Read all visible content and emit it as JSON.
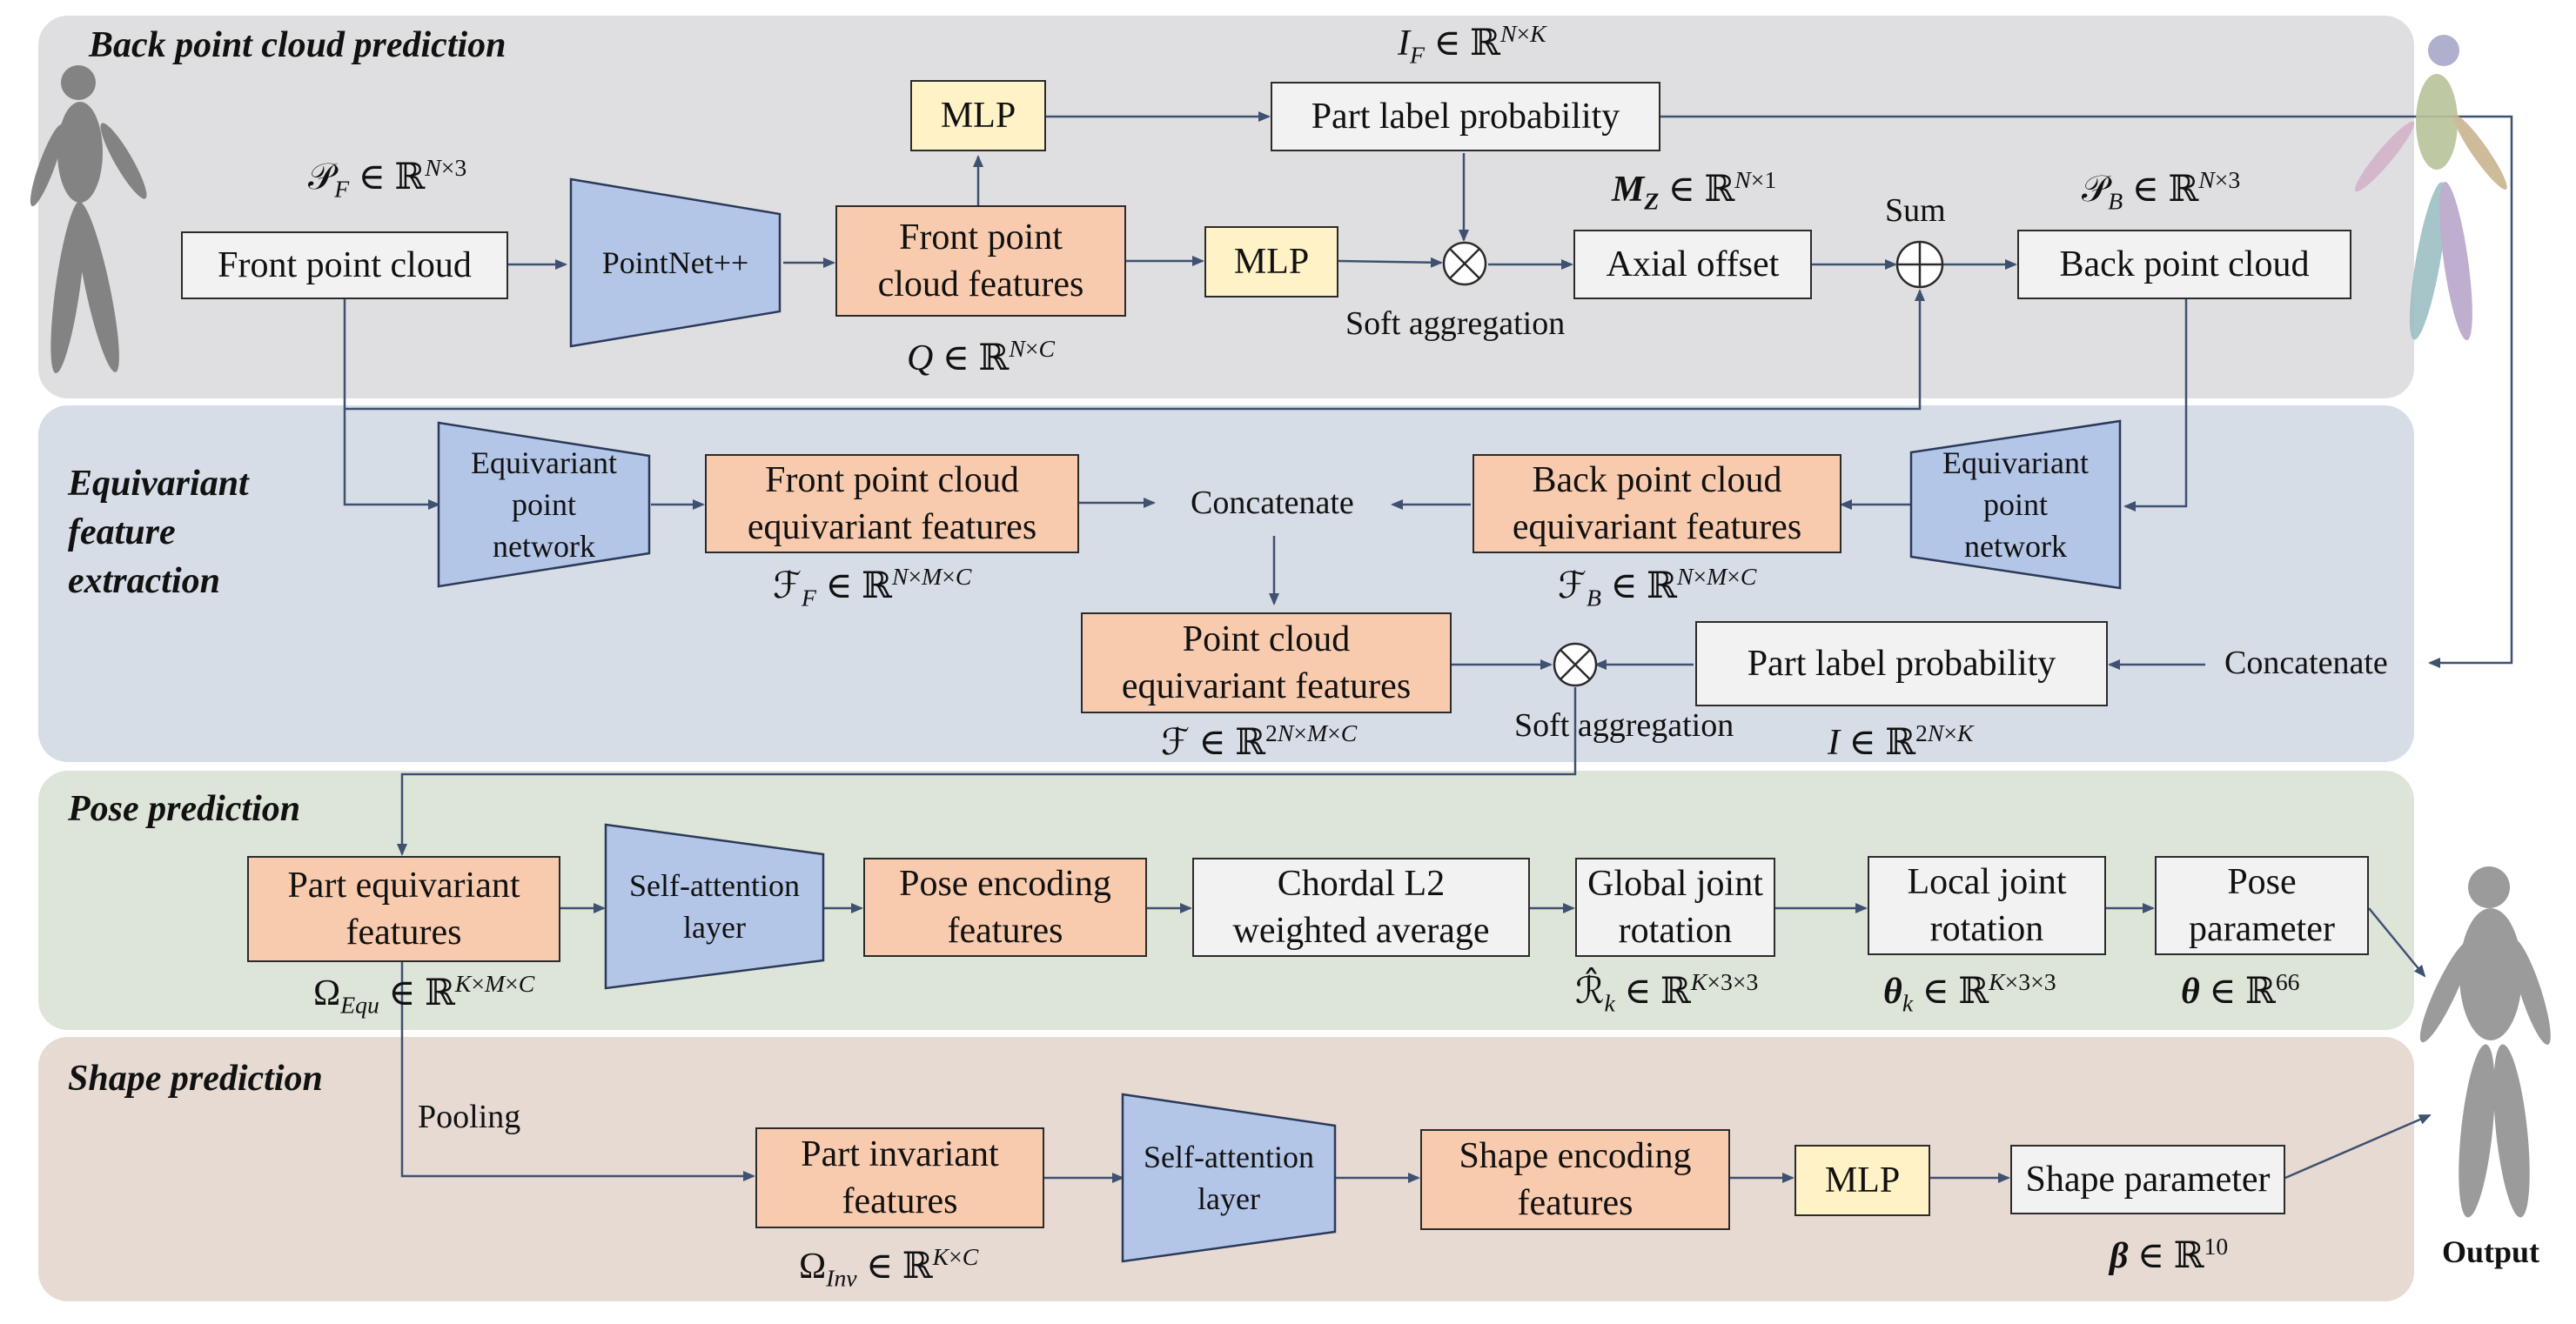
{
  "sections": {
    "back": "Back point cloud prediction",
    "equivariant": "Equivariant\nfeature\nextraction",
    "pose": "Pose prediction",
    "shape": "Shape prediction"
  },
  "boxes": {
    "front_point_cloud": "Front point cloud",
    "mlp_top": "MLP",
    "part_label_prob_top": "Part label probability",
    "front_features": "Front point\ncloud features",
    "mlp_mid": "MLP",
    "axial_offset": "Axial offset",
    "back_point_cloud": "Back point cloud",
    "front_equi": "Front point cloud\nequivariant features",
    "back_equi": "Back point cloud\nequivariant features",
    "pc_equi": "Point cloud\nequivariant features",
    "part_label_prob_mid": "Part label probability",
    "part_equi": "Part equivariant\nfeatures",
    "pose_enc": "Pose encoding\nfeatures",
    "chordal": "Chordal L2\nweighted average",
    "global_joint": "Global joint\nrotation",
    "local_joint": "Local joint\nrotation",
    "pose_param": "Pose\nparameter",
    "part_inv": "Part invariant\nfeatures",
    "shape_enc": "Shape encoding\nfeatures",
    "mlp_shape": "MLP",
    "shape_param": "Shape parameter"
  },
  "blocks": {
    "pointnet": "PointNet++",
    "equi_net_left": "Equivariant\npoint\nnetwork",
    "equi_net_right": "Equivariant\npoint\nnetwork",
    "self_attn_pose": "Self-attention\nlayer",
    "self_attn_shape": "Self-attention\nlayer"
  },
  "labels": {
    "sum": "Sum",
    "soft_agg_top": "Soft aggregation",
    "concat_mid": "Concatenate",
    "concat_right": "Concatenate",
    "soft_agg_mid": "Soft aggregation",
    "pooling": "Pooling",
    "output": "Output"
  },
  "math": {
    "I_F": "I_F ∈ ℝ^(N×K)",
    "P_F": "𝒫_F ∈ ℝ^(N×3)",
    "M_Z": "M_Z ∈ ℝ^(N×1)",
    "P_B": "𝒫_B ∈ ℝ^(N×3)",
    "Q": "Q ∈ ℝ^(N×C)",
    "F_F": "ℱ_F ∈ ℝ^(N×M×C)",
    "F_B": "ℱ_B ∈ ℝ^(N×M×C)",
    "F": "ℱ ∈ ℝ^(2N×M×C)",
    "I": "I ∈ ℝ^(2N×K)",
    "Omega_Equ": "Ω_Equ ∈ ℝ^(K×M×C)",
    "R_k": "ℛ̂_k ∈ ℝ^(K×3×3)",
    "theta_k": "θ_k ∈ ℝ^(K×3×3)",
    "theta": "θ ∈ ℝ^66",
    "Omega_Inv": "Ω_Inv ∈ ℝ^(K×C)",
    "beta": "β ∈ ℝ^10"
  },
  "colors": {
    "panel_back": "#dfdfe1",
    "panel_equivariant": "#d7dde6",
    "panel_pose": "#dde4d8",
    "panel_shape": "#e6dad3",
    "box_gray": "#f2f2f2",
    "box_orange": "#f9cbae",
    "box_yellow": "#fff2c6",
    "block_blue": "#b4c6e7",
    "arrow": "#3f5170"
  },
  "icons": [
    "human-point-cloud-front-icon",
    "human-point-cloud-back-icon",
    "human-mesh-output-icon",
    "sum-circle-icon",
    "multiply-circle-icon"
  ]
}
